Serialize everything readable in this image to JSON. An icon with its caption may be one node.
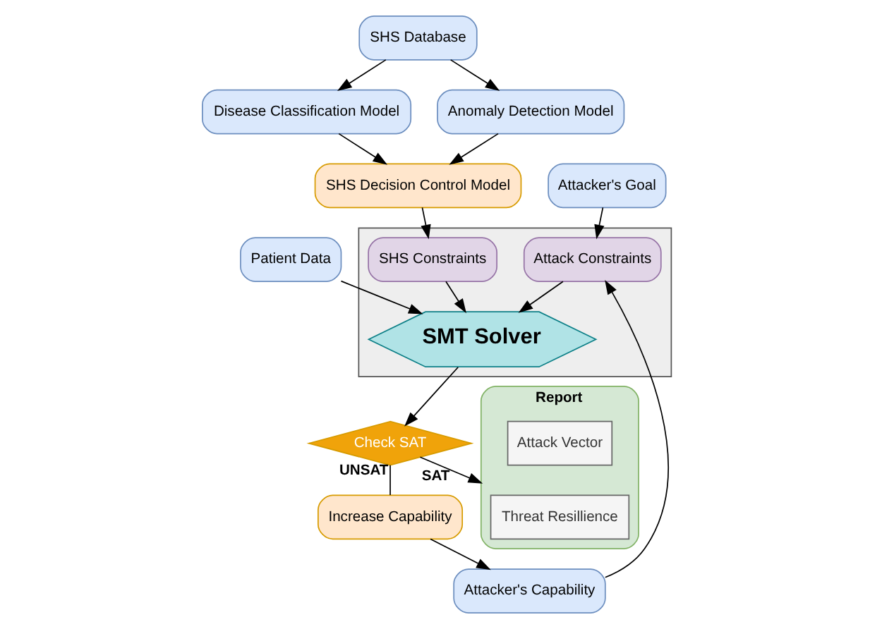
{
  "diagram": {
    "nodes": [
      {
        "text": [
          "SHS Database"
        ]
      },
      {
        "text": [
          "Disease Classification Model"
        ]
      },
      {
        "text": [
          "Anomaly Detection Model"
        ]
      },
      {
        "text": [
          "SHS Decision Control Model"
        ]
      },
      {
        "text": [
          "Patient Data"
        ]
      },
      {
        "text": [],
        "shape": "box"
      },
      {
        "text": [
          "SHS Constraints"
        ],
        "in": 5
      },
      {
        "text": [
          "Attack Constraints"
        ],
        "in": 5
      },
      {
        "text": [
          "SMT Solver"
        ],
        "in": 5
      },
      {
        "text": [
          "Check SAT"
        ]
      },
      {
        "text": [
          "Report"
        ]
      },
      {
        "text": [
          "Attack Vector"
        ],
        "in": 10
      },
      {
        "text": [
          "Threat Resillience"
        ],
        "in": 10
      },
      {
        "text": [
          "Attacker's Capability"
        ]
      },
      {
        "text": [
          "Attacker's Goal"
        ]
      },
      {
        "text": [
          "Increase Capability"
        ]
      }
    ],
    "edges": [
      {
        "from": 0,
        "to": 1,
        "arrow": "to"
      },
      {
        "from": 0,
        "to": 2,
        "arrow": "to"
      },
      {
        "from": 1,
        "to": 3,
        "arrow": "to"
      },
      {
        "from": 2,
        "to": 3,
        "arrow": "to"
      },
      {
        "from": 3,
        "to": 6,
        "arrow": "to"
      },
      {
        "from": 4,
        "to": 8,
        "arrow": "to"
      },
      {
        "from": 6,
        "to": 8,
        "arrow": "to"
      },
      {
        "from": 7,
        "to": 8,
        "arrow": "to"
      },
      {
        "from": 8,
        "to": 9,
        "arrow": "to"
      },
      {
        "from": 9,
        "to": 10,
        "label": "SAT",
        "arrow": "to"
      },
      {
        "from": 9,
        "to": 15,
        "label": "UNSAT",
        "arrow": "none"
      },
      {
        "from": 15,
        "to": 13,
        "arrow": "to"
      },
      {
        "from": 13,
        "to": 7,
        "arrow": "to"
      },
      {
        "from": 14,
        "to": 7,
        "arrow": "to"
      }
    ]
  }
}
